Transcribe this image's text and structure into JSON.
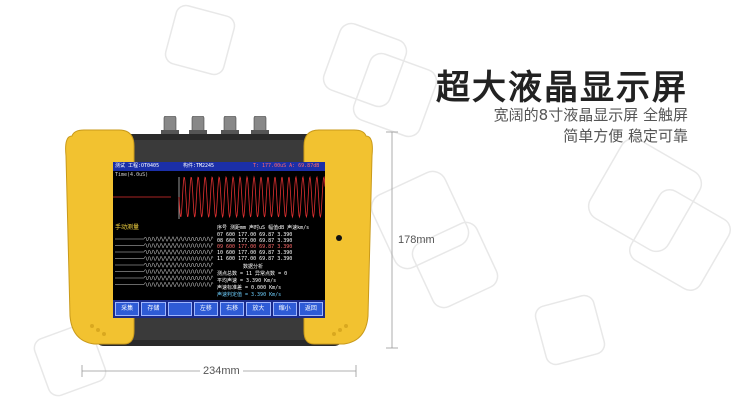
{
  "headline": "超大液晶显示屏",
  "sub_line1": "宽阔的8寸液晶显示屏 全触屏",
  "sub_line2": "简单方便 稳定可靠",
  "dim_height": "178mm",
  "dim_width": "234mm",
  "screen": {
    "header_left": "测试 工程:OT0405",
    "header_mid": "构件:TM2245",
    "header_right": "T: 177.00uS A: 69.87dB",
    "plot_label": "Time(4.0uS)",
    "panel_title": "手动测量",
    "table_header": "序号 测距mm 声时uS 幅值dB 声速km/s",
    "rows": [
      "07    600   177.00  69.87   3.390",
      "08    600   177.00  69.87   3.390",
      "09    600   177.00  69.87   3.390",
      "10    600   177.00  69.87   3.390",
      "11    600   177.00  69.87   3.390"
    ],
    "analysis_title": "数据分析",
    "analysis": [
      "测点总数 = 11   异常点数 =  0",
      "平均声速 = 3.390  Km/s",
      "声速标准差 = 0.000 Km/s",
      "声速判定值 = 3.390 Km/s"
    ],
    "buttons": [
      "采集",
      "存储",
      "",
      "左移",
      "右移",
      "放大",
      "缩小",
      "返回"
    ]
  },
  "colors": {
    "housing": "#f2c230",
    "screen_bg": "#1a2a8a",
    "wave": "#e03030"
  }
}
